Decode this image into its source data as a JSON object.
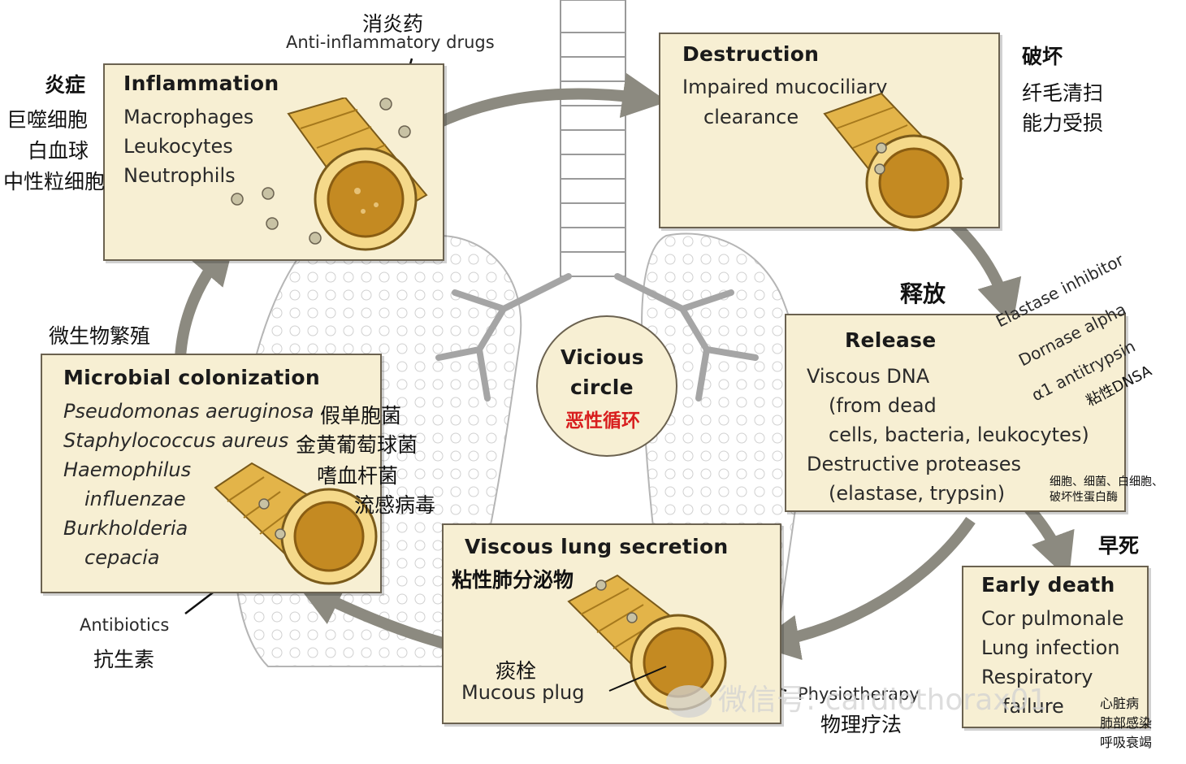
{
  "center": {
    "line1": "Vicious",
    "line2": "circle",
    "zh": "恶性循环"
  },
  "inflammation": {
    "title": "Inflammation",
    "items": [
      "Macrophages",
      "Leukocytes",
      "Neutrophils"
    ],
    "zh_title": "炎症",
    "zh_items": [
      "巨噬细胞",
      "白血球",
      "中性粒细胞"
    ]
  },
  "anti_inflammatory": {
    "en": "Anti-inflammatory drugs",
    "zh": "消炎药"
  },
  "destruction": {
    "title": "Destruction",
    "line1": "Impaired mucociliary",
    "line2": "clearance",
    "zh_title": "破坏",
    "zh_line1": "纤毛清扫",
    "zh_line2": "能力受损"
  },
  "release": {
    "title": "Release",
    "lines": [
      "Viscous DNA",
      "(from dead",
      "cells, bacteria, leukocytes)",
      "Destructive proteases",
      "(elastase, trypsin)"
    ],
    "zh_title": "释放",
    "zh_note1": "细胞、细菌、白细胞、",
    "zh_note2": "破坏性蛋白酶"
  },
  "release_inhibitors": [
    "Elastase inhibitor",
    "Dornase alpha",
    "α1 antitrypsin",
    "粘性DNSA"
  ],
  "early_death": {
    "title": "Early death",
    "items": [
      "Cor pulmonale",
      "Lung infection",
      "Respiratory",
      "failure"
    ],
    "zh_title": "早死",
    "zh_items": [
      "心脏病",
      "肺部感染",
      "呼吸衰竭"
    ]
  },
  "secretion": {
    "title": "Viscous lung secretion",
    "zh_title": "粘性肺分泌物",
    "plug_zh": "痰栓",
    "plug_en": "Mucous plug"
  },
  "physio": {
    "en": "Physiotherapy",
    "zh": "物理疗法"
  },
  "microbial": {
    "title": "Microbial colonization",
    "species": [
      "Pseudomonas aeruginosa",
      "Staphylococcus aureus",
      "Haemophilus",
      "influenzae",
      "Burkholderia",
      "cepacia"
    ],
    "zh_species": [
      "假单胞菌",
      "金黄葡萄球菌",
      "嗜血杆菌",
      "流感病毒"
    ],
    "zh_label": "微生物繁殖"
  },
  "antibiotics": {
    "en": "Antibiotics",
    "zh": "抗生素"
  },
  "watermark": "微信号: cardiothorax01",
  "colors": {
    "box_fill": "#f7efd3",
    "arrow": "#8c8a80",
    "accent_red": "#d81e1e",
    "tube_gold": "#d9a93a"
  }
}
